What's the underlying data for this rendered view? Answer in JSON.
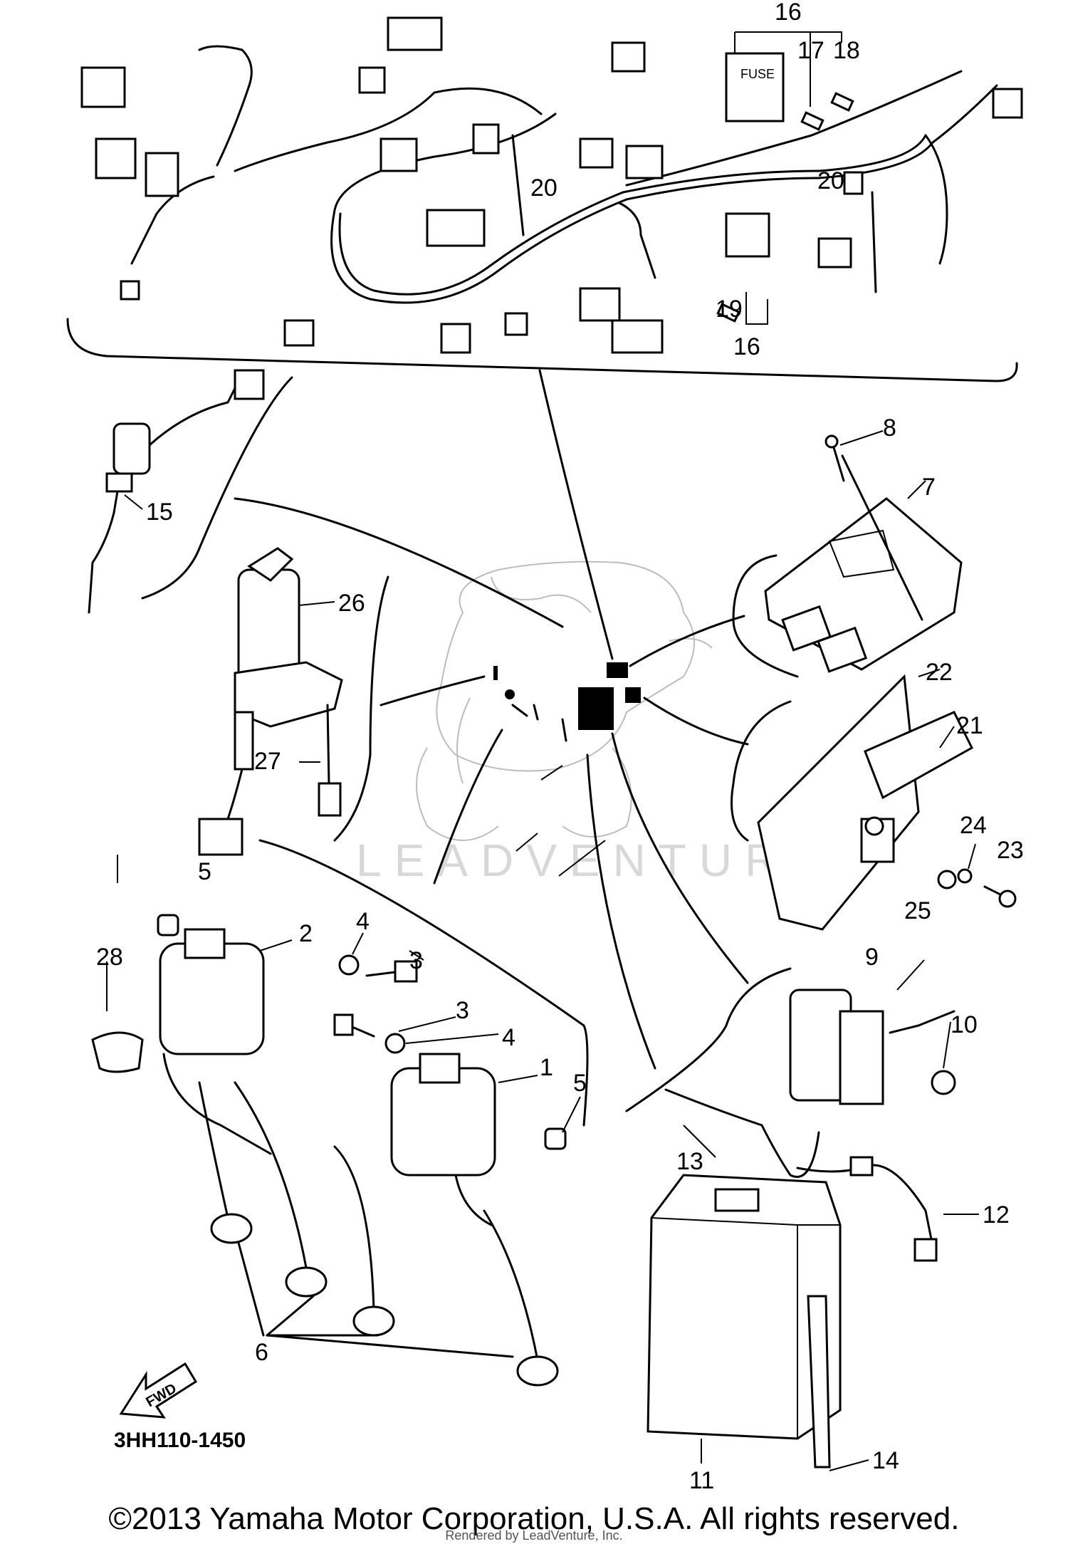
{
  "callouts": {
    "p1": "1",
    "p2": "2",
    "p3a": "3",
    "p3b": "3",
    "p4a": "4",
    "p4b": "4",
    "p5a": "5",
    "p5b": "5",
    "p6": "6",
    "p7": "7",
    "p8": "8",
    "p9": "9",
    "p10": "10",
    "p11": "11",
    "p12": "12",
    "p13": "13",
    "p14": "14",
    "p15": "15",
    "p16a": "16",
    "p16b": "16",
    "p17": "17",
    "p18": "18",
    "p19": "19",
    "p20a": "20",
    "p20b": "20",
    "p21": "21",
    "p22": "22",
    "p23": "23",
    "p24": "24",
    "p25": "25",
    "p26": "26",
    "p27": "27",
    "p28": "28"
  },
  "fuse_label": "FUSE",
  "fwd_label": "FWD",
  "diagram_code": "3HH110-1450",
  "watermark": "LEADVENTURE",
  "copyright": "©2013 Yamaha Motor Corporation, U.S.A. All rights reserved.",
  "rendered_by": "Rendered by LeadVenture, Inc."
}
